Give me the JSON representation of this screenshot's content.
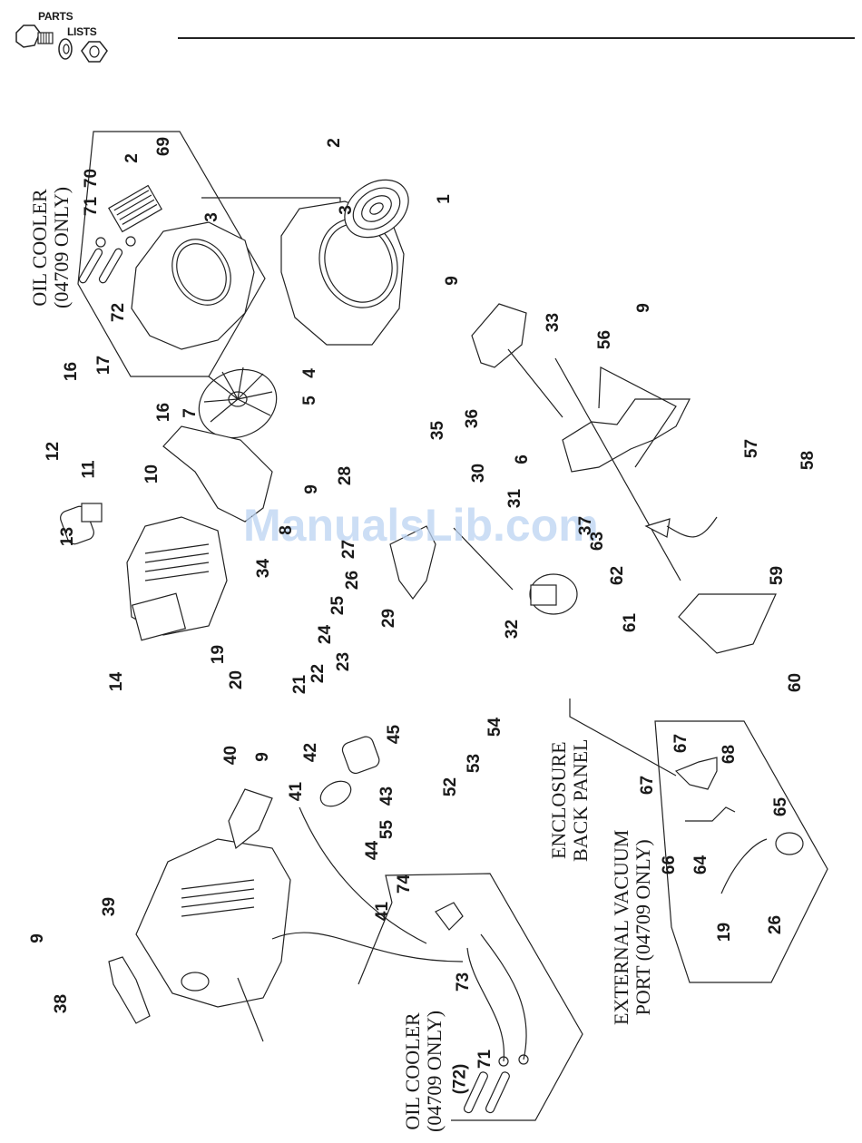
{
  "header": {
    "logo_line1": "PARTS",
    "logo_line2": "LISTS",
    "logo_icon": "bolt-washer-nut-icon"
  },
  "watermark": "ManualsLib.com",
  "section_labels": {
    "oil_cooler_top": [
      "OIL COOLER",
      "(04709 ONLY)"
    ],
    "oil_cooler_bottom": [
      "OIL COOLER",
      "(04709 ONLY)"
    ],
    "enclosure_back_panel": [
      "ENCLOSURE",
      "BACK PANEL"
    ],
    "external_vacuum_port": [
      "EXTERNAL VACUUM",
      "PORT (04709 ONLY)"
    ]
  },
  "callouts": [
    {
      "id": "c-2a",
      "label": "2"
    },
    {
      "id": "c-69",
      "label": "69"
    },
    {
      "id": "c-70",
      "label": "70"
    },
    {
      "id": "c-71a",
      "label": "71"
    },
    {
      "id": "c-72a",
      "label": "72"
    },
    {
      "id": "c-3a",
      "label": "3"
    },
    {
      "id": "c-2b",
      "label": "2"
    },
    {
      "id": "c-1",
      "label": "1"
    },
    {
      "id": "c-3b",
      "label": "3"
    },
    {
      "id": "c-4",
      "label": "4"
    },
    {
      "id": "c-5",
      "label": "5"
    },
    {
      "id": "c-7",
      "label": "7"
    },
    {
      "id": "c-16a",
      "label": "16"
    },
    {
      "id": "c-17",
      "label": "17"
    },
    {
      "id": "c-16b",
      "label": "16"
    },
    {
      "id": "c-12",
      "label": "12"
    },
    {
      "id": "c-11",
      "label": "11"
    },
    {
      "id": "c-10",
      "label": "10"
    },
    {
      "id": "c-9a",
      "label": "9"
    },
    {
      "id": "c-28",
      "label": "28"
    },
    {
      "id": "c-13",
      "label": "13"
    },
    {
      "id": "c-8",
      "label": "8"
    },
    {
      "id": "c-27",
      "label": "27"
    },
    {
      "id": "c-26a",
      "label": "26"
    },
    {
      "id": "c-34",
      "label": "34"
    },
    {
      "id": "c-25",
      "label": "25"
    },
    {
      "id": "c-24",
      "label": "24"
    },
    {
      "id": "c-19a",
      "label": "19"
    },
    {
      "id": "c-23",
      "label": "23"
    },
    {
      "id": "c-22",
      "label": "22"
    },
    {
      "id": "c-14",
      "label": "14"
    },
    {
      "id": "c-20",
      "label": "20"
    },
    {
      "id": "c-21",
      "label": "21"
    },
    {
      "id": "c-9b",
      "label": "9"
    },
    {
      "id": "c-33",
      "label": "33"
    },
    {
      "id": "c-56",
      "label": "56"
    },
    {
      "id": "c-9c",
      "label": "9"
    },
    {
      "id": "c-35",
      "label": "35"
    },
    {
      "id": "c-36",
      "label": "36"
    },
    {
      "id": "c-6",
      "label": "6"
    },
    {
      "id": "c-57",
      "label": "57"
    },
    {
      "id": "c-58",
      "label": "58"
    },
    {
      "id": "c-30",
      "label": "30"
    },
    {
      "id": "c-31",
      "label": "31"
    },
    {
      "id": "c-37",
      "label": "37"
    },
    {
      "id": "c-63",
      "label": "63"
    },
    {
      "id": "c-29",
      "label": "29"
    },
    {
      "id": "c-32",
      "label": "32"
    },
    {
      "id": "c-62",
      "label": "62"
    },
    {
      "id": "c-61",
      "label": "61"
    },
    {
      "id": "c-59",
      "label": "59"
    },
    {
      "id": "c-60",
      "label": "60"
    },
    {
      "id": "c-45",
      "label": "45"
    },
    {
      "id": "c-54",
      "label": "54"
    },
    {
      "id": "c-53",
      "label": "53"
    },
    {
      "id": "c-52",
      "label": "52"
    },
    {
      "id": "c-40",
      "label": "40"
    },
    {
      "id": "c-9d",
      "label": "9"
    },
    {
      "id": "c-42",
      "label": "42"
    },
    {
      "id": "c-41a",
      "label": "41"
    },
    {
      "id": "c-43",
      "label": "43"
    },
    {
      "id": "c-55",
      "label": "55"
    },
    {
      "id": "c-44",
      "label": "44"
    },
    {
      "id": "c-67a",
      "label": "67"
    },
    {
      "id": "c-68",
      "label": "68"
    },
    {
      "id": "c-67b",
      "label": "67"
    },
    {
      "id": "c-65",
      "label": "65"
    },
    {
      "id": "c-66",
      "label": "66"
    },
    {
      "id": "c-64",
      "label": "64"
    },
    {
      "id": "c-19b",
      "label": "19"
    },
    {
      "id": "c-26b",
      "label": "26"
    },
    {
      "id": "c-9e",
      "label": "9"
    },
    {
      "id": "c-39",
      "label": "39"
    },
    {
      "id": "c-38",
      "label": "38"
    },
    {
      "id": "c-74",
      "label": "74"
    },
    {
      "id": "c-41b",
      "label": "41"
    },
    {
      "id": "c-73",
      "label": "73"
    },
    {
      "id": "c-71b",
      "label": "71"
    },
    {
      "id": "c-72b",
      "label": "(72)"
    }
  ]
}
